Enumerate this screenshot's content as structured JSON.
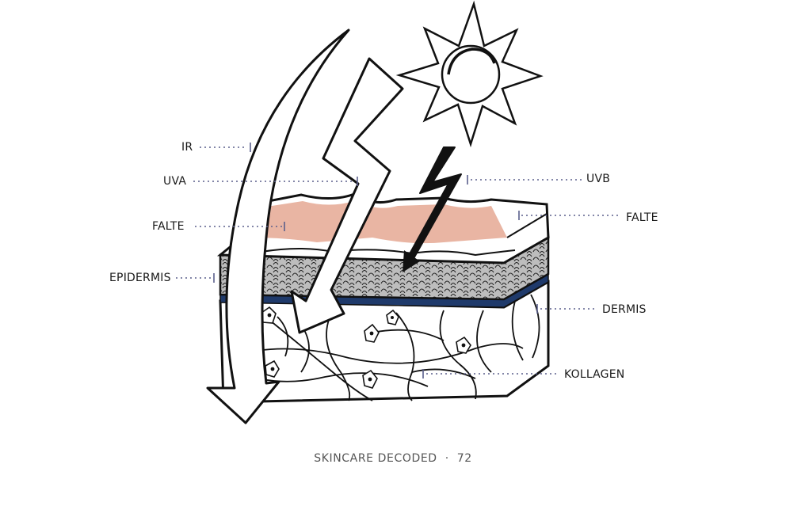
{
  "labels": {
    "ir": "IR",
    "uva": "UVA",
    "falte_left": "FALTE",
    "epidermis": "EPIDERMIS",
    "uvb": "UVB",
    "falte_right": "FALTE",
    "dermis": "DERMIS",
    "kollagen": "KOLLAGEN"
  },
  "footer": {
    "title": "SKINCARE DECODED",
    "separator": "·",
    "page": "72"
  },
  "colors": {
    "skin_surface": "#e9b5a3",
    "basal_layer": "#1f3a6b",
    "leader_line": "#5a5f8c",
    "ink": "#111111"
  },
  "icons": {
    "sun": "sun-icon",
    "ir_arrow": "ir-arrow-icon",
    "uva_bolt": "uva-bolt-icon",
    "uvb_bolt": "uvb-bolt-icon"
  }
}
